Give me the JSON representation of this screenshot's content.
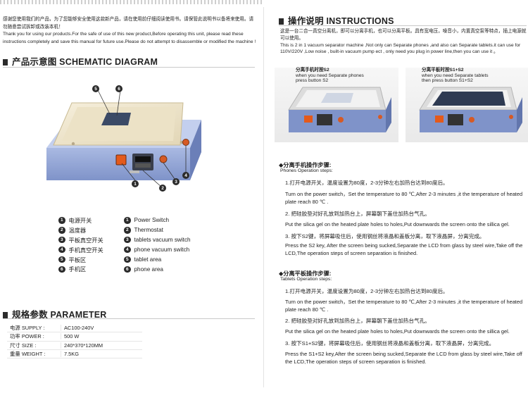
{
  "intro": {
    "cn": "感谢您使用我们的产品，为了您能够安全使用这款新产品，请在使用前仔细阅读使用书。请保管此说明书以备将来使用。请勿随意尝试拆卸或改装本机！",
    "en": "Thank you for using our products.For the safe of use of this new product,Before operating this unit, please read these instructions completely and save this manual for future use.Please do not attempt to disassemble or modified the machine !"
  },
  "schematic": {
    "title": "产品示意图 SCHEMATIC DIAGRAM",
    "legend_cn": [
      {
        "num": "1",
        "label": "电源开关"
      },
      {
        "num": "2",
        "label": "温度器"
      },
      {
        "num": "3",
        "label": "平板真空开关"
      },
      {
        "num": "4",
        "label": "手机真空开关"
      },
      {
        "num": "5",
        "label": "平板区"
      },
      {
        "num": "6",
        "label": "手机区"
      }
    ],
    "legend_en": [
      {
        "num": "1",
        "label": "Power Switch"
      },
      {
        "num": "2",
        "label": "Thermostat"
      },
      {
        "num": "3",
        "label": "tablets vacuum switch"
      },
      {
        "num": "4",
        "label": "phone vacuum switch"
      },
      {
        "num": "5",
        "label": "tablet area"
      },
      {
        "num": "6",
        "label": "phone area"
      }
    ],
    "callouts": [
      "1",
      "2",
      "3",
      "4",
      "5",
      "6"
    ]
  },
  "parameter": {
    "title": "规格参数 PARAMETER",
    "rows": [
      {
        "label": "电源 SUPPLY :",
        "value": "AC100-240V"
      },
      {
        "label": "功率 POWER :",
        "value": "500 W"
      },
      {
        "label": "尺寸 SIZE :",
        "value": "240*370*120MM"
      },
      {
        "label": "重量 WEIGHT :",
        "value": "7.5KG"
      }
    ]
  },
  "instructions": {
    "title": "操作说明 INSTRUCTIONS",
    "intro_cn": "这是一台二合一真空分离机，即可以分离手机，也可以分离平板。具有宽电压，噪音小，内置真空泵等特点，插上电源就可以使用。",
    "intro_en": "This is 2 in 1 vacuum separator machine ,Not only can Separate phones ,and also can Separate tablets.it can use for 110V/220V ,Low noise , built-in vacuum pump ect , only need you plug in power line,then you can use it 。",
    "photo_left_caption": [
      "分离手机时按S2",
      "when you need Separate phones",
      "press button S2"
    ],
    "photo_right_caption": [
      "分离平板时按S1+S2",
      "when you need Separate tablets",
      "then press button S1+S2"
    ],
    "phones": {
      "title": "◆分离手机操作步骤:",
      "subtitle": "Phones  Operation steps:",
      "steps": [
        {
          "cn": "1.打开电源开关，温度设置为80度，2-3分钟左右加热台达到80度后。",
          "en": "Turn on the power switch，Set the temperature to 80 ℃,After 2-3 minutes ,it the temperature of heated plate reach 80 ℃ ."
        },
        {
          "cn": "2. 把硅胶垫对好孔放到加热台上，屏幕朝下盖住加热台气孔。",
          "en": "Put the silica gel on the heated plate holes to holes,Put downwards the screen onto the sillica gel."
        },
        {
          "cn": "3. 按下S2键，将屏幕吸住后，使用钢丝将液晶和盖板分离，取下液晶屏，分离完成。",
          "en": "Press the S2 key, After the screen being sucked,Separate the LCD from glass by steel wire,Take off the LCD,The operation steps of screen separation is finished."
        }
      ]
    },
    "tablets": {
      "title": "◆分离平板操作步骤:",
      "subtitle": "Tablets  Operation steps:",
      "steps": [
        {
          "cn": "1.打开电源开关，温度设置为80度，2-3分钟左右加热台达到80度后。",
          "en": "Turn on the power switch，Set the temperature to 80 ℃,After 2-3 minutes ,it the temperature of heated plate reach 80 ℃ ."
        },
        {
          "cn": "2. 把硅胶垫对好孔放到加热台上，屏幕朝下盖住加热台气孔。",
          "en": "Put the silica gel on the heated plate holes to holes,Put downwards the screen onto the sillica gel."
        },
        {
          "cn": "3. 按下S1+S2键，将屏幕吸住后，使用钢丝将液晶和盖板分离，取下液晶屏，分离完成。",
          "en": "Press the S1+S2 key,After the screen being sucked,Separate the LCD from glass by steel wire,Take off the LCD,The operation steps of screen separation is finished."
        }
      ]
    }
  },
  "colors": {
    "accent": "#2b2b2b",
    "machine_blue": "#8fa3d6",
    "plate": "#efe6cf",
    "rule": "#c9c9c9"
  },
  "icons": [
    "section-marker-icon",
    "numbered-callout-icon",
    "machine-illustration"
  ]
}
